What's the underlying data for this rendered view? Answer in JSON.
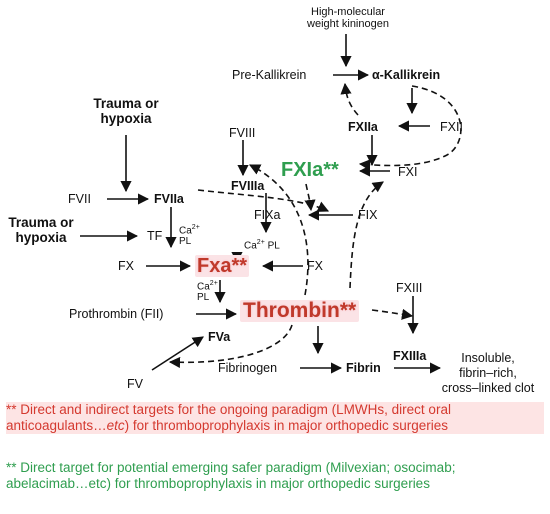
{
  "colors": {
    "red_target": "#c0392b",
    "green_target": "#2f9e4f",
    "highlight": "#fbe3e6",
    "arrow": "#111111"
  },
  "nodes": {
    "hmwk": "High-molecular\nweight kininogen",
    "prekallikrein": "Pre-Kallikrein",
    "a_kallikrein": "α-Kallikrein",
    "fxiia": "FXIIa",
    "fxii": "FXII",
    "trauma1": "Trauma or\nhypoxia",
    "fviii": "FVIII",
    "fxia": "FXIa**",
    "fxi": "FXI",
    "fvii": "FVII",
    "fviia": "FVIIa",
    "fviiia": "FVIIIa",
    "trauma2": "Trauma or\nhypoxia",
    "tf": "TF",
    "ca_pl_1": "Ca",
    "fixa": "FIXa",
    "fix": "FIX",
    "ca_pl_2": "Ca",
    "fx_left": "FX",
    "fxa": "Fxa**",
    "fx_right": "FX",
    "ca_pl_3": "Ca",
    "pl": "PL",
    "prothrombin": "Prothrombin (FII)",
    "thrombin": "Thrombin**",
    "fxiii": "FXIII",
    "fva": "FVa",
    "fxiiia": "FXIIIa",
    "fv": "FV",
    "fibrinogen": "Fibrinogen",
    "fibrin": "Fibrin",
    "clot": "Insoluble,\nfibrin–rich,\ncross–linked clot",
    "sup": "2+"
  },
  "notes": {
    "red_line1": "** Direct and indirect targets for the ongoing paradigm (LMWHs, direct oral",
    "red_line2_pre": "anticoagulants…",
    "red_line2_etc": "etc",
    "red_line2_post": ") for thromboprophylaxis in major orthopedic surgeries",
    "green_line1": "** Direct target for potential emerging safer paradigm (Milvexian; osocimab;",
    "green_line2": "abelacimab…etc) for thromboprophylaxis in major orthopedic surgeries"
  }
}
